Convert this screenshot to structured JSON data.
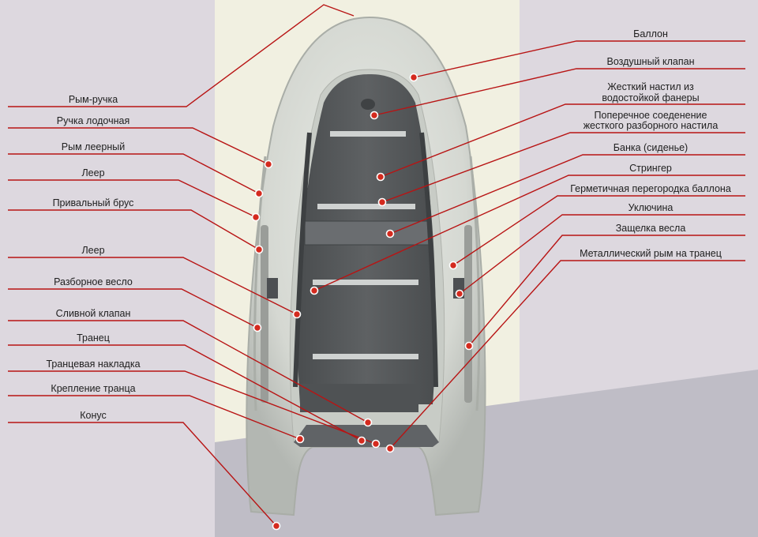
{
  "diagram": {
    "left_labels": [
      "Рым-ручка",
      "Ручка лодочная",
      "Рым леерный",
      "Леер",
      "Привальный брус",
      "Леер",
      "Разборное весло",
      "Сливной клапан",
      "Транец",
      "Транцевая накладка",
      "Крепление транца",
      "Конус"
    ],
    "right_labels": [
      "Баллон",
      "Воздушный клапан",
      "Жесткий настил из",
      "водостойкой фанеры",
      "Поперечное соеденение",
      "жесткого разборного настила",
      "Банка (сиденье)",
      "Стрингер",
      "Герметичная перегородка баллона",
      "Уключина",
      "Защелка весла",
      "Металлический рым на транец"
    ],
    "colors": {
      "background_left": "#ddd8df",
      "background_right": "#ddd8df",
      "center_panel": "#f1f0e1",
      "floor_wedge": "#bfbdc6",
      "tube": "#d9dcd6",
      "deck": "#56595b",
      "seat": "#c7cac9",
      "leader_line": "#b81414",
      "marker": "#d42a1e"
    }
  }
}
